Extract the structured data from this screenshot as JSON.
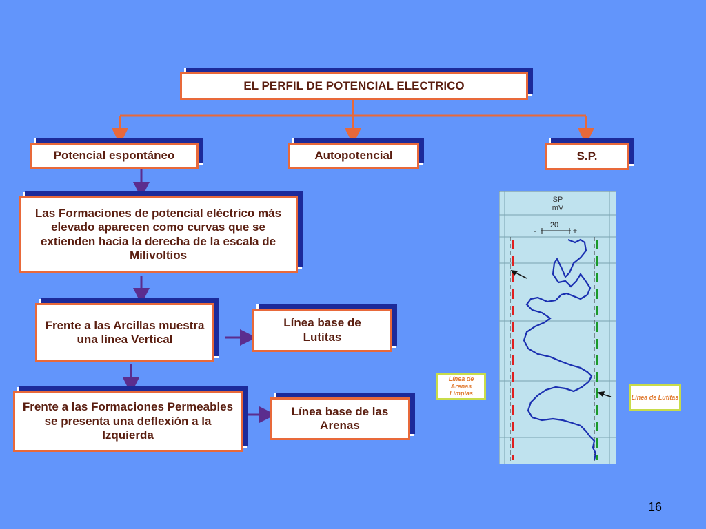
{
  "title": "EL PERFIL DE POTENCIAL ELECTRICO",
  "branches": {
    "potencial": "Potencial espontáneo",
    "autopotencial": "Autopotencial",
    "sp": "S.P."
  },
  "descripcion": "Las Formaciones de potencial eléctrico más elevado aparecen como curvas que se extienden hacia la derecha de la escala de Milivoltios",
  "arcillas": "Frente a las Arcillas muestra una línea Vertical",
  "lutitas_base": "Línea base  de Lutitas",
  "permeables": "Frente a las Formaciones Permeables se presenta una deflexión a la Izquierda",
  "arenas_base": "Línea base  de las Arenas",
  "log": {
    "header_line1": "SP",
    "header_line2": "mV",
    "scale_value": "20",
    "scale_minus": "-",
    "scale_plus": "+",
    "label_arenas": "Línea de Arenas Limpias",
    "label_lutitas": "Línea de Lutitas"
  },
  "colors": {
    "background": "#6295fb",
    "box_border": "#e8693a",
    "box_text": "#5a1e10",
    "connector": "#e8693a",
    "arrow": "#5b2d8e",
    "sp_curve": "#1a2fb0",
    "sand_line": "#e01f1f",
    "shale_line": "#1a9a2a"
  },
  "page_number": "16"
}
